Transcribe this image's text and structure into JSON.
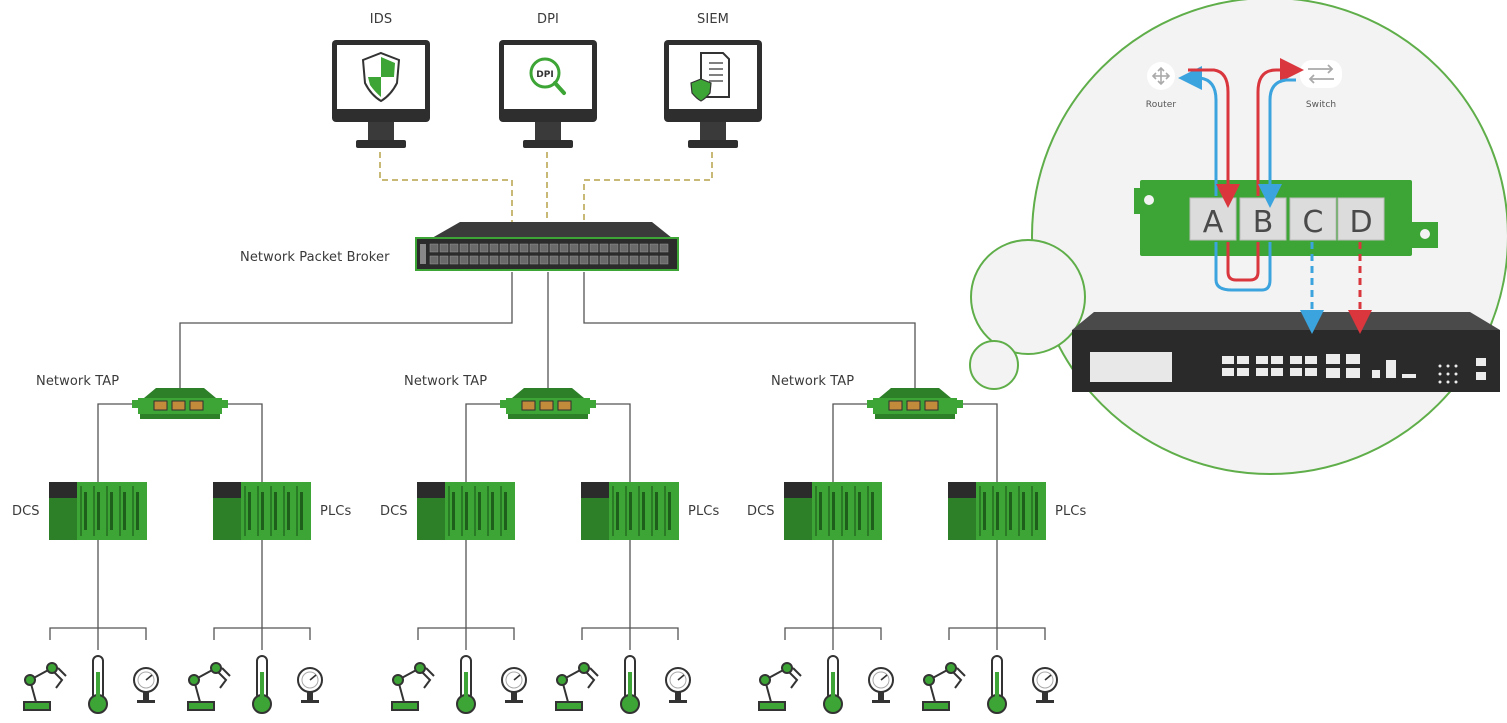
{
  "monitors": [
    {
      "label": "IDS",
      "icon": "shield-icon"
    },
    {
      "label": "DPI",
      "icon": "dpi-magnifier-icon",
      "screen_text": "DPI"
    },
    {
      "label": "SIEM",
      "icon": "siem-document-icon"
    }
  ],
  "packet_broker": {
    "label": "Network Packet Broker"
  },
  "taps": [
    {
      "label": "Network TAP"
    },
    {
      "label": "Network TAP"
    },
    {
      "label": "Network TAP"
    }
  ],
  "controllers": {
    "dcs_label": "DCS",
    "plcs_label": "PLCs"
  },
  "field_devices": [
    "robot-arm-icon",
    "thermometer-icon",
    "pressure-gauge-icon"
  ],
  "inset": {
    "router_label": "Router",
    "switch_label": "Switch",
    "ports": [
      "A",
      "B",
      "C",
      "D"
    ]
  },
  "colors": {
    "green": "#3da535",
    "dark_green": "#2d7f28",
    "red": "#d9363e",
    "blue": "#3ba3dd",
    "dashed_line": "#b5a24a",
    "appliance": "#2a2a2a"
  }
}
